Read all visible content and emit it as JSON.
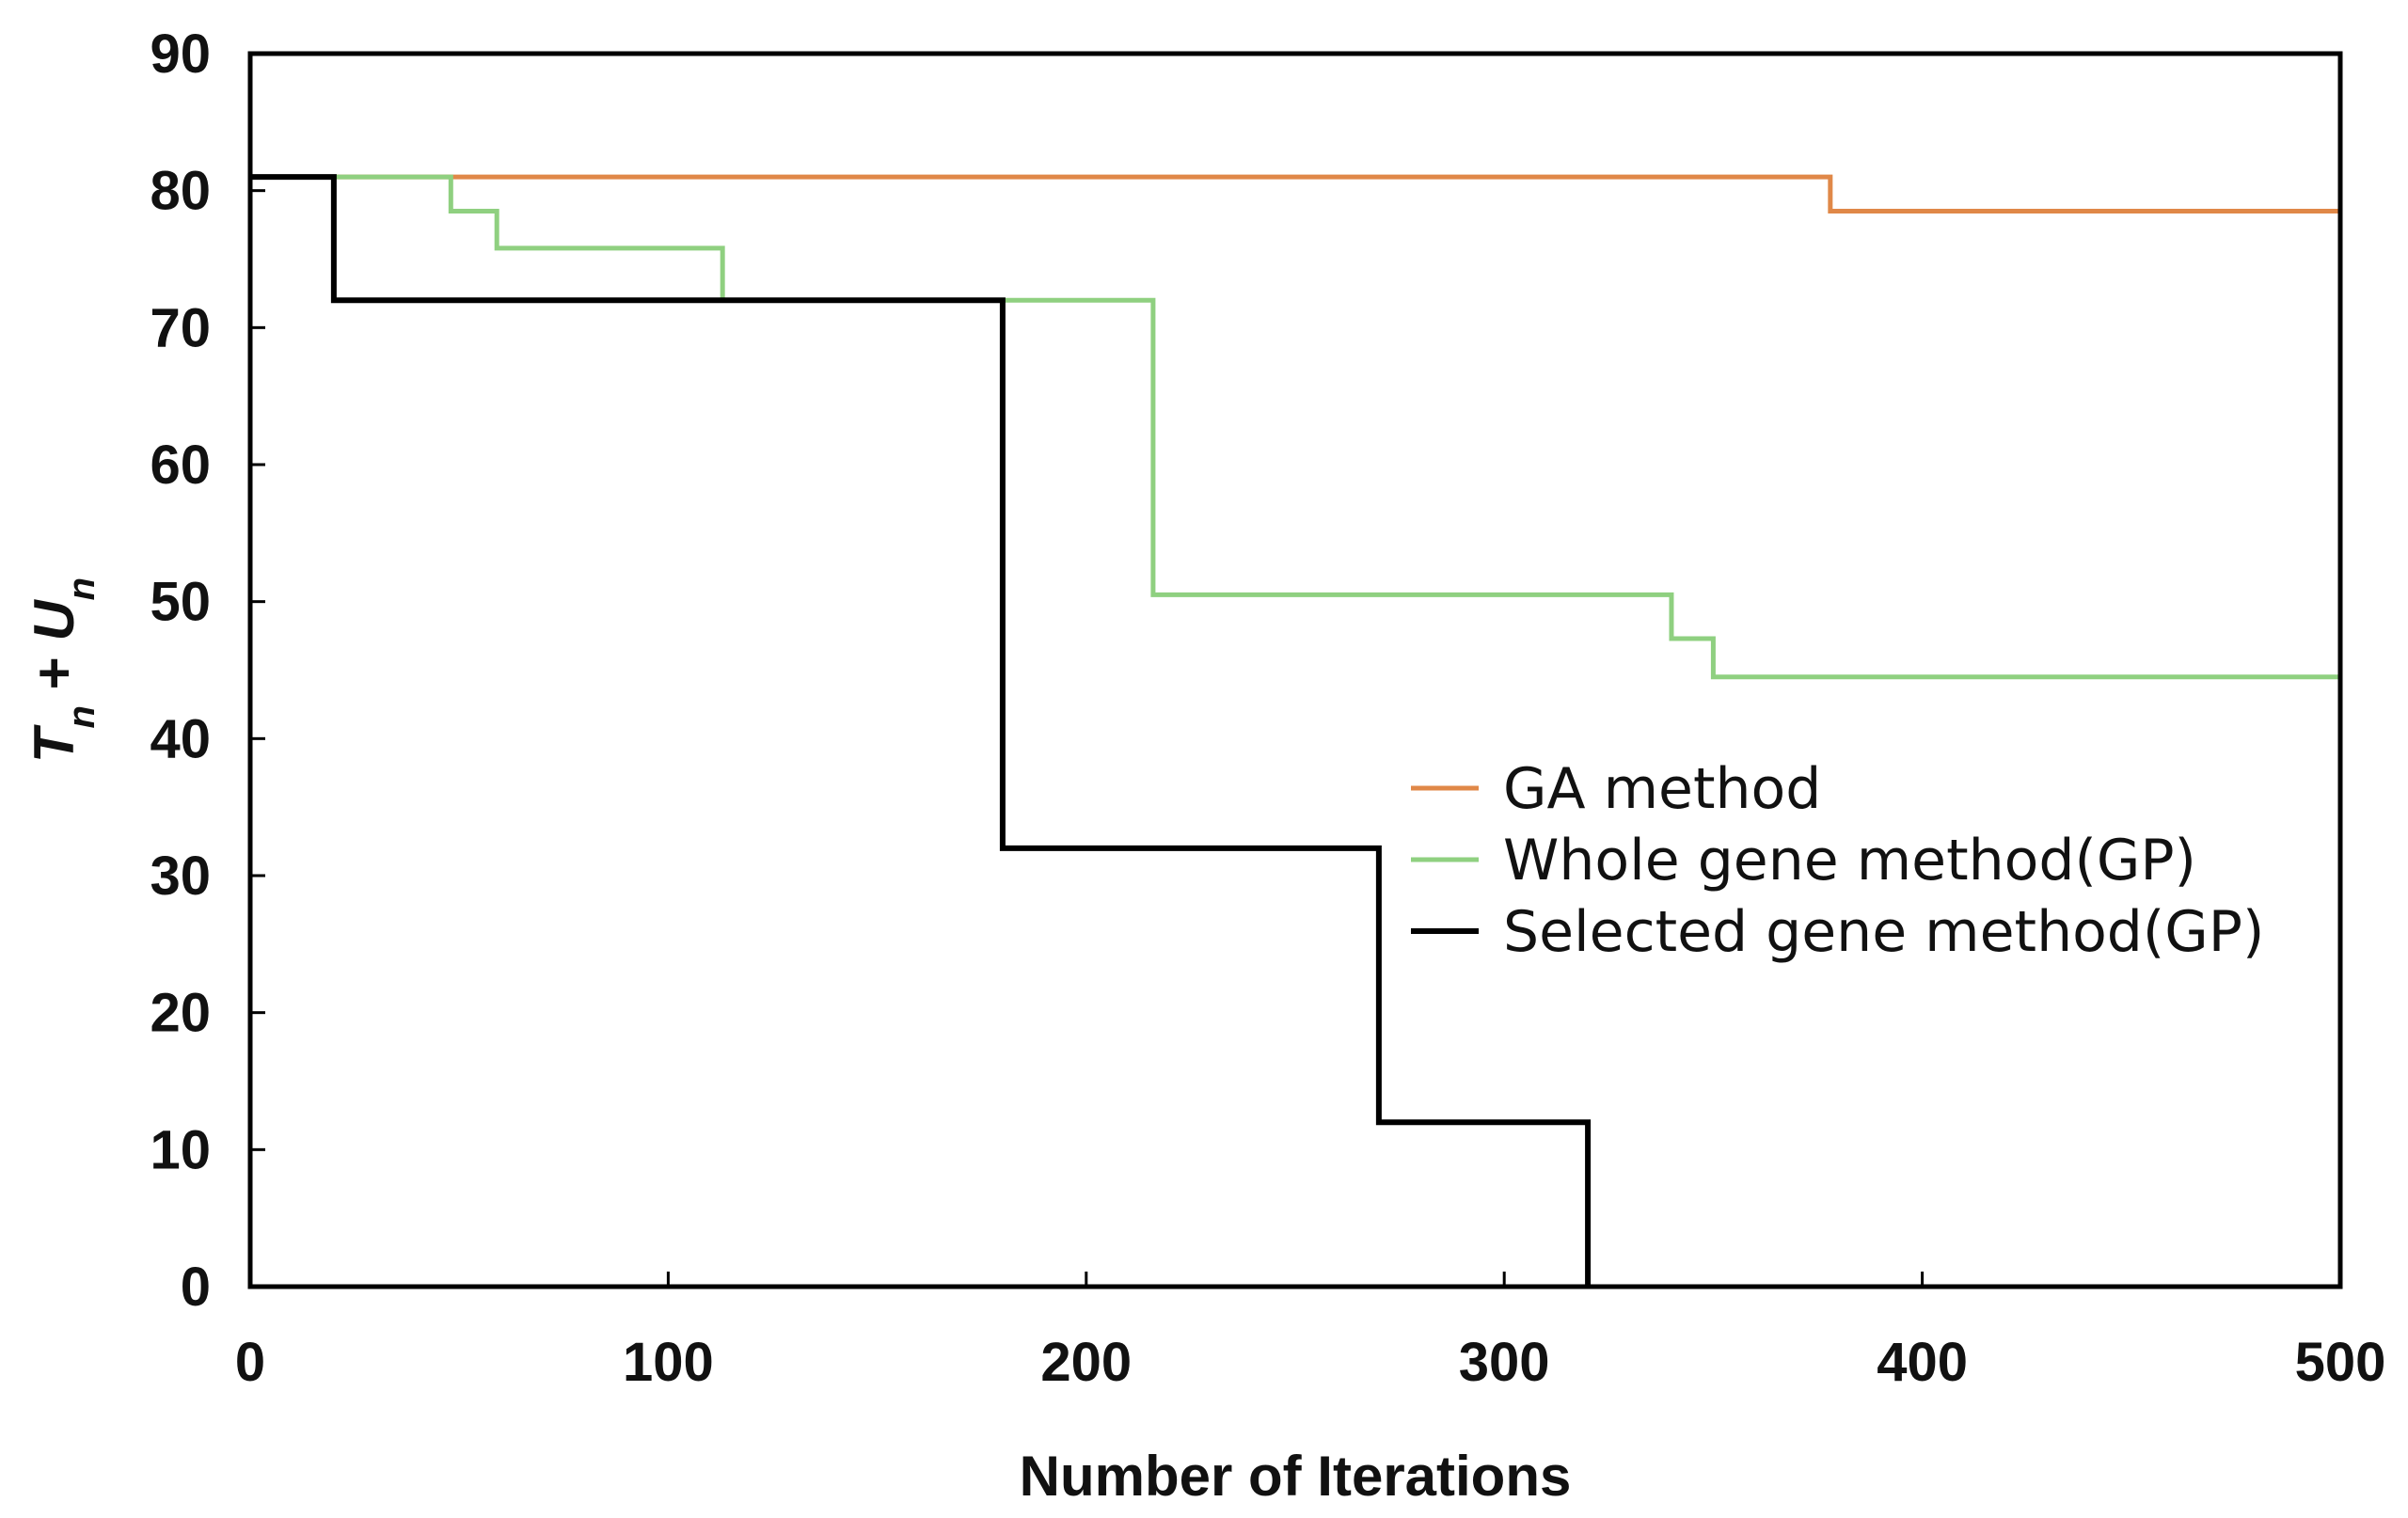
{
  "chart_data": {
    "type": "line",
    "step": true,
    "xlabel": "Number of Iterations",
    "ylabel": {
      "t": "T",
      "t_sub": "n",
      "plus": " + ",
      "u": "U",
      "u_sub": "n"
    },
    "xlim": [
      0,
      500
    ],
    "ylim": [
      0,
      90
    ],
    "xticks": [
      "0",
      "100",
      "200",
      "300",
      "400",
      "500"
    ],
    "yticks": [
      "0",
      "10",
      "20",
      "30",
      "40",
      "50",
      "60",
      "70",
      "80",
      "90"
    ],
    "grid": false,
    "legend_position": "center-right",
    "series": [
      {
        "name": "GA method",
        "color": "#e08848",
        "x": [
          0,
          378,
          378,
          500
        ],
        "y": [
          81,
          81,
          78.5,
          78.5
        ]
      },
      {
        "name": "Whole gene method(GP)",
        "color": "#8fd080",
        "x": [
          0,
          48,
          48,
          59,
          59,
          113,
          113,
          216,
          216,
          340,
          340,
          350,
          350,
          500
        ],
        "y": [
          81,
          81,
          78.5,
          78.5,
          75.8,
          75.8,
          72,
          72,
          50.5,
          50.5,
          47.3,
          47.3,
          44.5,
          44.5
        ]
      },
      {
        "name": "Selected gene method(GP)",
        "color": "#000000",
        "x": [
          0,
          20,
          20,
          180,
          180,
          270,
          270,
          320,
          320
        ],
        "y": [
          81,
          81,
          72,
          72,
          32,
          32,
          12,
          12,
          0
        ]
      }
    ]
  }
}
